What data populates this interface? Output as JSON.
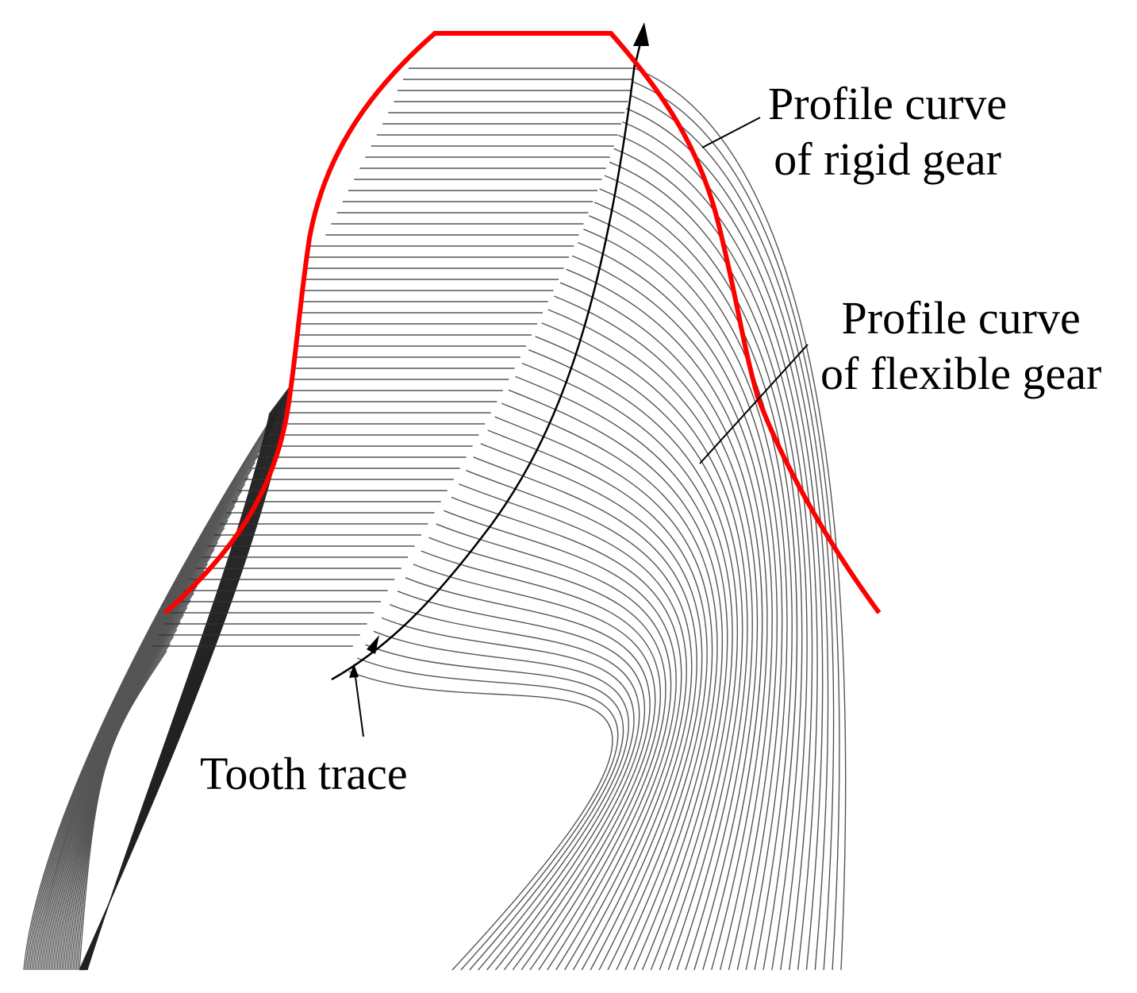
{
  "labels": {
    "rigid_line1": "Profile curve",
    "rigid_line2": "of rigid gear",
    "flexible_line1": "Profile curve",
    "flexible_line2": "of flexible gear",
    "tooth_trace": "Tooth trace"
  },
  "colors": {
    "rigid_profile": "#ff0000",
    "flexible_profiles": "#555555",
    "tooth_trace": "#000000",
    "hatching": "#333333"
  }
}
